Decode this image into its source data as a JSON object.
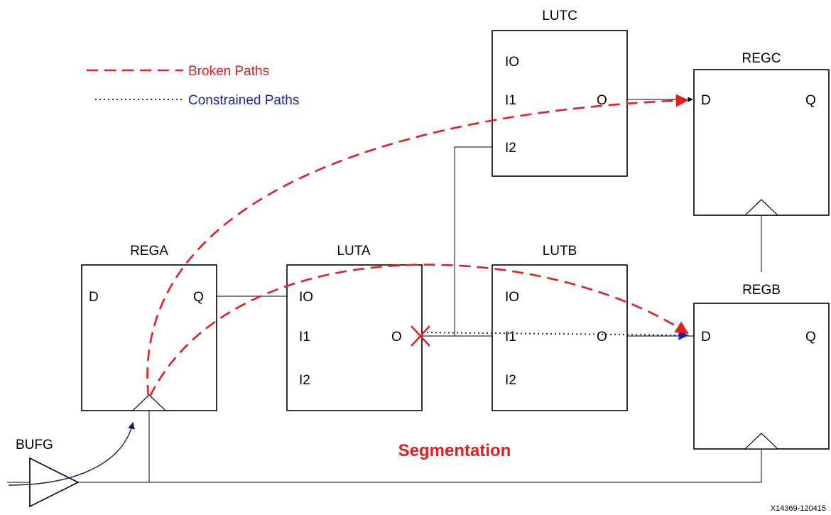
{
  "legend": {
    "broken_label": "Broken Paths",
    "constrained_label": "Constrained Paths"
  },
  "colors": {
    "broken": "#e41e1e",
    "constrained": "#1b23b5",
    "clock_arrow": "#0e1f5a",
    "wire": "#000000",
    "segmentation": "#e41e1e"
  },
  "blocks": {
    "lutc": {
      "title": "LUTC",
      "pins": [
        "IO",
        "I1",
        "I2",
        "O"
      ]
    },
    "regc": {
      "title": "REGC",
      "pins": [
        "D",
        "Q"
      ]
    },
    "rega": {
      "title": "REGA",
      "pins": [
        "D",
        "Q"
      ]
    },
    "luta": {
      "title": "LUTA",
      "pins": [
        "IO",
        "I1",
        "I2",
        "O"
      ]
    },
    "lutb": {
      "title": "LUTB",
      "pins": [
        "IO",
        "I1",
        "I2",
        "O"
      ]
    },
    "regb": {
      "title": "REGB",
      "pins": [
        "D",
        "Q"
      ]
    },
    "bufg": {
      "title": "BUFG"
    }
  },
  "segmentation_label": "Segmentation",
  "figure_id": "X14369-120415"
}
